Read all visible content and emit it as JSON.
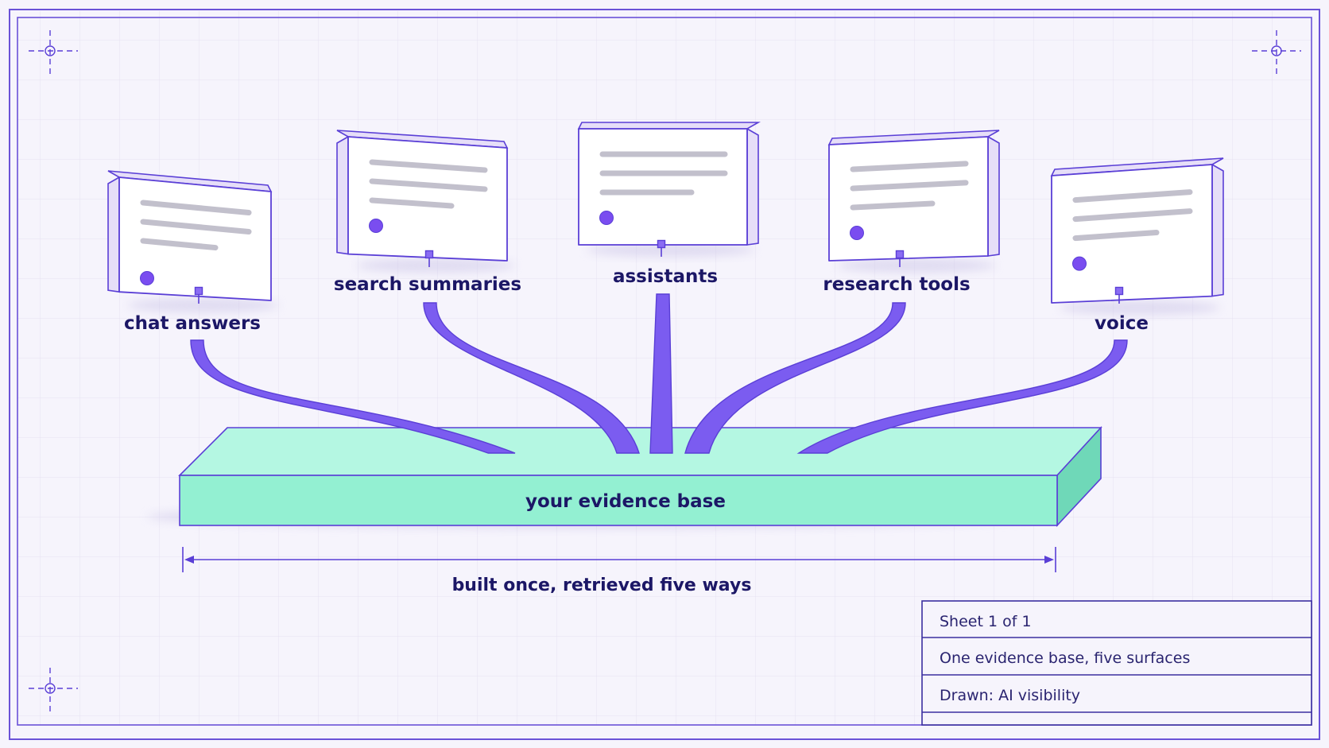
{
  "surfaces": [
    {
      "label": "chat answers"
    },
    {
      "label": "search summaries"
    },
    {
      "label": "assistants"
    },
    {
      "label": "research tools"
    },
    {
      "label": "voice"
    }
  ],
  "base": {
    "label": "your evidence base"
  },
  "dimension": {
    "label": "built once, retrieved five ways"
  },
  "title_block": {
    "sheet": "Sheet 1 of 1",
    "title": "One evidence base, five surfaces",
    "drawn": "Drawn: AI visibility"
  },
  "colors": {
    "line": "#5a3fd6",
    "connector": "#7b5cf0",
    "base_front": "#93f0d2",
    "base_top": "#b4f7e2",
    "base_side": "#6fd8b8",
    "card_face": "#ffffff",
    "card_side": "#e6def8",
    "text_line": "#c2c0cc",
    "dot": "#7a4df0"
  }
}
